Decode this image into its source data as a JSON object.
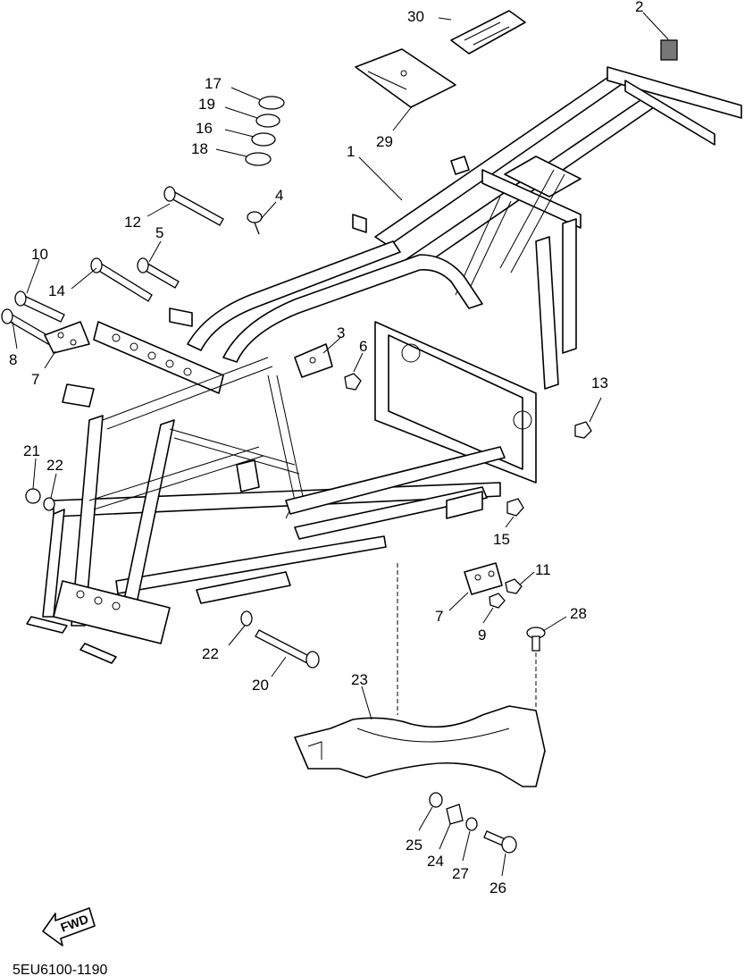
{
  "diagram": {
    "drawing_code": "5EU6100-1190",
    "direction_label": "FWD",
    "callouts": [
      {
        "id": "c30",
        "label": "30"
      },
      {
        "id": "c2",
        "label": "2"
      },
      {
        "id": "c17",
        "label": "17"
      },
      {
        "id": "c19",
        "label": "19"
      },
      {
        "id": "c16",
        "label": "16"
      },
      {
        "id": "c18",
        "label": "18"
      },
      {
        "id": "c29",
        "label": "29"
      },
      {
        "id": "c1",
        "label": "1"
      },
      {
        "id": "c4",
        "label": "4"
      },
      {
        "id": "c12",
        "label": "12"
      },
      {
        "id": "c5",
        "label": "5"
      },
      {
        "id": "c10",
        "label": "10"
      },
      {
        "id": "c14",
        "label": "14"
      },
      {
        "id": "c3",
        "label": "3"
      },
      {
        "id": "c6",
        "label": "6"
      },
      {
        "id": "c8",
        "label": "8"
      },
      {
        "id": "c7a",
        "label": "7"
      },
      {
        "id": "c13",
        "label": "13"
      },
      {
        "id": "c21",
        "label": "21"
      },
      {
        "id": "c22a",
        "label": "22"
      },
      {
        "id": "c15",
        "label": "15"
      },
      {
        "id": "c11",
        "label": "11"
      },
      {
        "id": "c7b",
        "label": "7"
      },
      {
        "id": "c9",
        "label": "9"
      },
      {
        "id": "c28",
        "label": "28"
      },
      {
        "id": "c22b",
        "label": "22"
      },
      {
        "id": "c20",
        "label": "20"
      },
      {
        "id": "c23",
        "label": "23"
      },
      {
        "id": "c25",
        "label": "25"
      },
      {
        "id": "c24",
        "label": "24"
      },
      {
        "id": "c27",
        "label": "27"
      },
      {
        "id": "c26",
        "label": "26"
      }
    ]
  }
}
